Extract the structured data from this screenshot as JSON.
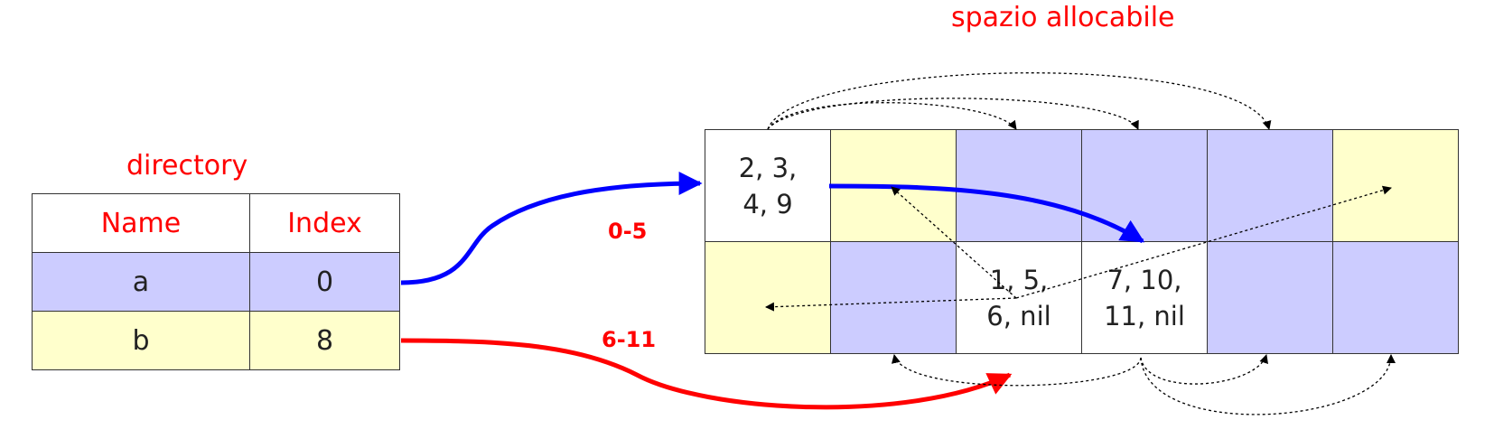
{
  "directory": {
    "title": "directory",
    "headers": {
      "name": "Name",
      "index": "Index"
    },
    "rows": [
      {
        "name": "a",
        "index": "0"
      },
      {
        "name": "b",
        "index": "8"
      }
    ]
  },
  "space": {
    "title": "spazio allocabile",
    "cells": [
      {
        "text": "2, 3,\n4, 9",
        "fill": "white"
      },
      {
        "text": "",
        "fill": "yellow"
      },
      {
        "text": "",
        "fill": "blue"
      },
      {
        "text": "",
        "fill": "blue"
      },
      {
        "text": "",
        "fill": "blue"
      },
      {
        "text": "",
        "fill": "yellow"
      },
      {
        "text": "",
        "fill": "yellow"
      },
      {
        "text": "",
        "fill": "blue"
      },
      {
        "text": "1, 5,\n6, nil",
        "fill": "white"
      },
      {
        "text": "7, 10,\n11, nil",
        "fill": "white"
      },
      {
        "text": "",
        "fill": "blue"
      },
      {
        "text": "",
        "fill": "blue"
      }
    ]
  },
  "links": {
    "a_range": "0-5",
    "b_range": "6-11"
  },
  "colors": {
    "label": "#ff0000",
    "file_a": "#ccccff",
    "file_b": "#ffffcc",
    "arrow_a": "#0000ff",
    "arrow_b": "#ff0000"
  }
}
